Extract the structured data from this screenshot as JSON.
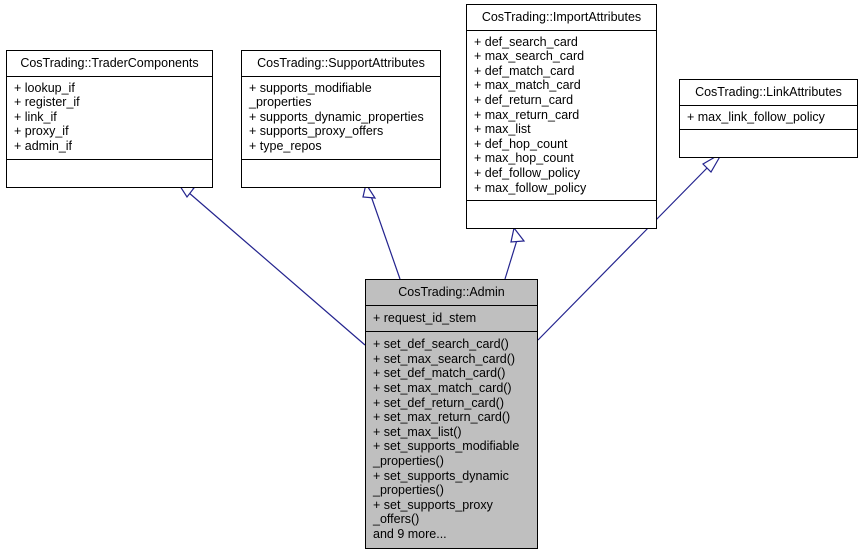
{
  "diagram": {
    "type": "uml-class-inheritance",
    "title": "CosTrading::Admin class inheritance diagram",
    "colors": {
      "background": "#ffffff",
      "box_fill": "#ffffff",
      "highlight_fill": "#bfbfbf",
      "border": "#000000",
      "connector": "#23238e",
      "text": "#000000"
    }
  },
  "classes": {
    "trader_components": {
      "name": "CosTrading::TraderComponents",
      "attributes": [
        "+ lookup_if",
        "+ register_if",
        "+ link_if",
        "+ proxy_if",
        "+ admin_if"
      ],
      "operations": []
    },
    "support_attributes": {
      "name": "CosTrading::SupportAttributes",
      "attributes": [
        "+ supports_modifiable\n_properties",
        "+ supports_dynamic_properties",
        "+ supports_proxy_offers",
        "+ type_repos"
      ],
      "operations": []
    },
    "import_attributes": {
      "name": "CosTrading::ImportAttributes",
      "attributes": [
        "+ def_search_card",
        "+ max_search_card",
        "+ def_match_card",
        "+ max_match_card",
        "+ def_return_card",
        "+ max_return_card",
        "+ max_list",
        "+ def_hop_count",
        "+ max_hop_count",
        "+ def_follow_policy",
        "+ max_follow_policy"
      ],
      "operations": []
    },
    "link_attributes": {
      "name": "CosTrading::LinkAttributes",
      "attributes": [
        "+ max_link_follow_policy"
      ],
      "operations": []
    },
    "admin": {
      "name": "CosTrading::Admin",
      "attributes": [
        "+ request_id_stem"
      ],
      "operations": [
        "+ set_def_search_card()",
        "+ set_max_search_card()",
        "+ set_def_match_card()",
        "+ set_max_match_card()",
        "+ set_def_return_card()",
        "+ set_max_return_card()",
        "+ set_max_list()",
        "+ set_supports_modifiable\n_properties()",
        "+ set_supports_dynamic\n_properties()",
        "+ set_supports_proxy\n_offers()",
        "and 9 more..."
      ]
    }
  },
  "relationships": [
    {
      "from": "admin",
      "to": "trader_components",
      "kind": "inheritance"
    },
    {
      "from": "admin",
      "to": "support_attributes",
      "kind": "inheritance"
    },
    {
      "from": "admin",
      "to": "import_attributes",
      "kind": "inheritance"
    },
    {
      "from": "admin",
      "to": "link_attributes",
      "kind": "inheritance"
    }
  ]
}
